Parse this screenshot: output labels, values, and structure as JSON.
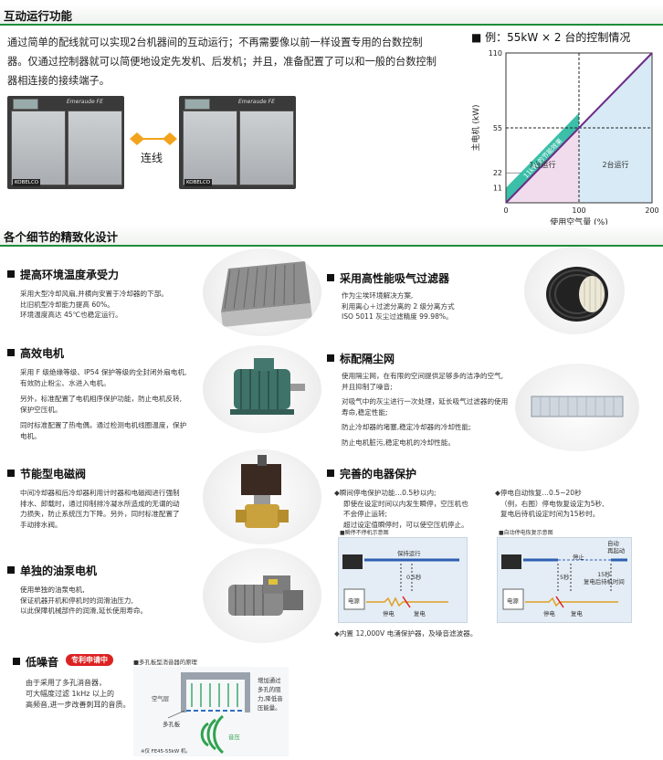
{
  "sections": {
    "interlock_title": "互动运行功能",
    "details_title": "各个细节的精致化设计"
  },
  "intro": {
    "line1": "通过简单的配线就可以实现2台机器间的互动运行；不再需要像以前一样设置专用的台数控制",
    "line2": "器。仅通过控制器就可以简便地设定先发机、后发机；并且，准备配置了可以和一般的台数控制",
    "line3": "器相连接的接续端子。"
  },
  "machines": {
    "link_label": "连线",
    "brand": "Emeraude FE",
    "logo": "KOBELCO"
  },
  "chart_data": {
    "type": "area",
    "title": "■ 例：55kW × 2 台的控制情况",
    "xlabel": "使用空气量 (%)",
    "ylabel": "主电机 (kW)",
    "x_ticks": [
      "0",
      "100",
      "200"
    ],
    "y_ticks": [
      "11",
      "22",
      "55",
      "110"
    ],
    "xlim": [
      0,
      200
    ],
    "ylim": [
      0,
      110
    ],
    "line": {
      "x": [
        0,
        200
      ],
      "y": [
        0,
        110
      ]
    },
    "regions": [
      {
        "name": "1台运行",
        "x": [
          0,
          100
        ],
        "color": "#f1dcee"
      },
      {
        "name": "2台运行",
        "x": [
          100,
          200
        ],
        "color": "#d7eaf6"
      }
    ],
    "band": {
      "label": "11kW 的节能效果",
      "x": [
        0,
        100
      ],
      "offset": 11,
      "color": "#3bbfa8"
    },
    "guides": {
      "x": 100,
      "y": 55
    },
    "colors": {
      "line": "#6c2b86",
      "guide": "#222222"
    }
  },
  "features": {
    "env_temp": {
      "title": "提高环境温度承受力",
      "lines": [
        "采用大型冷却风扇,并横向安置于冷却器的下部。",
        "比旧机型冷却能力提高 60%。",
        "环境温度高达 45℃也稳定运行。"
      ]
    },
    "motor": {
      "title": "高效电机",
      "p1": [
        "采用 F 级绝缘等级、IP54 保护等级的全封闭外扇电机,",
        "有效防止粉尘、水进入电机。"
      ],
      "p2": [
        "另外，标准配置了电机相序保护功能，防止电机反转,",
        "保护空压机。"
      ],
      "p3": [
        "同时标准配置了热电偶，通过检测电机线圈温度，保护",
        "电机。"
      ]
    },
    "valve": {
      "title": "节能型电磁阀",
      "lines": [
        "中间冷却器和后冷却器利用计时器和电磁阀进行强制",
        "排水、卸载时，通过抑制排冷凝水所造成的无谓的动",
        "力损失，防止系统压力下降。另外，同时标准配置了",
        "手动排水阀。"
      ]
    },
    "oil_pump": {
      "title": "单独的油泵电机",
      "lines": [
        "使用单独的油泵电机,",
        "保证机器开机和停机时的润滑油压力,",
        "以此保障机械部件的润滑,延长使用寿命。"
      ]
    },
    "noise": {
      "title": "低噪音",
      "badge": "专利申请中",
      "lines": [
        "由于采用了多孔消音器，",
        "可大幅度过滤 1kHz 以上的",
        "高频音,进一步改善刺耳的音质。"
      ],
      "diagram_title": "■多孔板型消音器的原理",
      "air_layer": "空气层",
      "perf_plate": "多孔板",
      "sound_label": "音压",
      "side_note": [
        "增加通过",
        "多孔的阻",
        "力,降低音",
        "压能量。"
      ],
      "footnote": "※仅 FE45-55kW 机。"
    },
    "filter": {
      "title": "采用高性能吸气过滤器",
      "lines": [
        "作为尘埃环境解决方案,",
        "利用离心＋过滤分离的 2 级分离方式",
        "ISO 5011 灰尘过滤精度 99.98%。"
      ]
    },
    "dust_net": {
      "title": "标配隔尘网",
      "p1": [
        "使用隔尘网，在有限的空间提供足够多的洁净的空气,",
        "并且抑制了噪音;"
      ],
      "p2": [
        "对吸气中的灰尘进行一次处理，延长吸气过滤器的使用",
        "寿命,稳定性能;"
      ],
      "p3": [
        "防止冷却器的堵塞,稳定冷却器的冷却性能;"
      ],
      "p4": [
        "防止电机脏污,稳定电机的冷却性能。"
      ]
    },
    "electric": {
      "title": "完善的电器保护",
      "left": [
        "◆瞬间停电保护功能…0.5秒以内;",
        "即使在设定时间以内发生瞬停，空压机也",
        "不会停止运转;",
        "超过设定值瞬停时，可以使空压机停止。"
      ],
      "right": [
        "◆停电自动恢复…0.5~20秒",
        "（例，右图）停电恢复设定为5秒,",
        "复电后待机设定时间为15秒时。"
      ],
      "diag1": {
        "title": "■瞬停不停机示意图",
        "keep_running": "保持运行",
        "t": "0.5秒",
        "source": "电源",
        "stop": "停电",
        "restore": "复电"
      },
      "diag2": {
        "title": "■自动停电恢复示意图",
        "stop_label": "停止",
        "auto_start": [
          "自动",
          "再起动"
        ],
        "t1": "5秒",
        "t2": [
          "15秒",
          "复电后待机时间"
        ],
        "source": "电源",
        "stop": "停电",
        "restore": "复电"
      },
      "footer": "◆内置 12,000V 电涌保护器，及噪音滤波器。"
    }
  }
}
